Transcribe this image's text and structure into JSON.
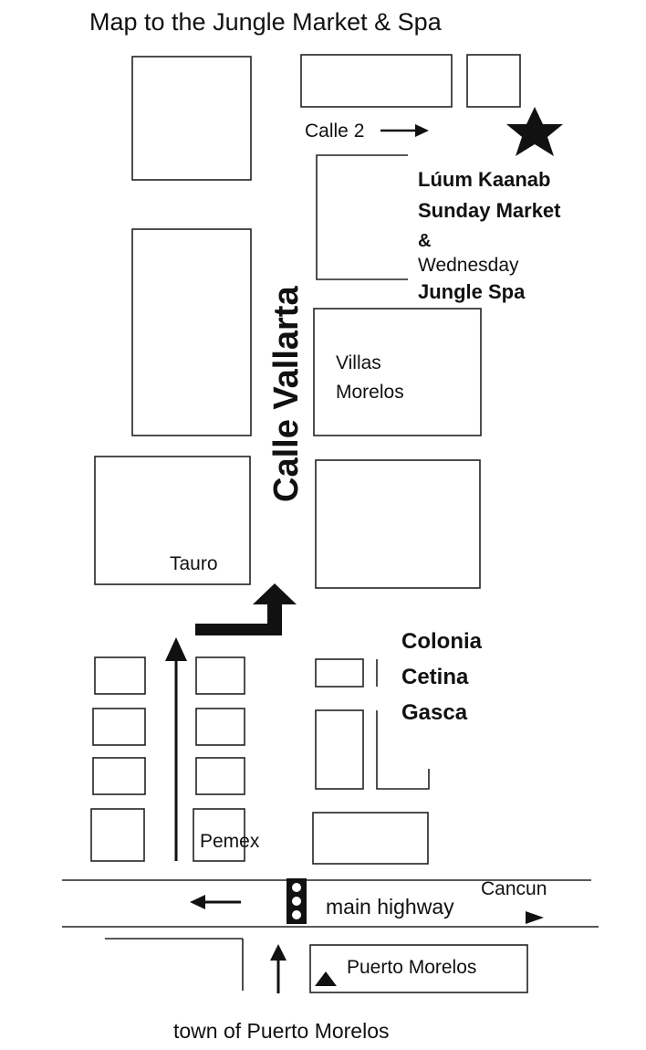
{
  "title": "Map to the Jungle Market & Spa",
  "streets": {
    "calle_vallarta": "Calle Vallarta",
    "calle_2": "Calle 2",
    "main_highway": "main highway"
  },
  "destination": {
    "line1": "Lúum Kaanab",
    "line2": "Sunday Market",
    "line3": "&",
    "line4": "Wednesday",
    "line5": "Jungle Spa"
  },
  "places": {
    "villas_line1": "Villas",
    "villas_line2": "Morelos",
    "tauro": "Tauro",
    "colonia_line1": "Colonia",
    "colonia_line2": "Cetina",
    "colonia_line3": "Gasca",
    "pemex": "Pemex",
    "cancun": "Cancun",
    "puerto_morelos": "Puerto Morelos"
  },
  "footer": "town of Puerto Morelos",
  "icons": {
    "destination": "star-icon",
    "traffic_light": "traffic-light-icon"
  },
  "colors": {
    "ink": "#111111",
    "paper": "#ffffff"
  }
}
